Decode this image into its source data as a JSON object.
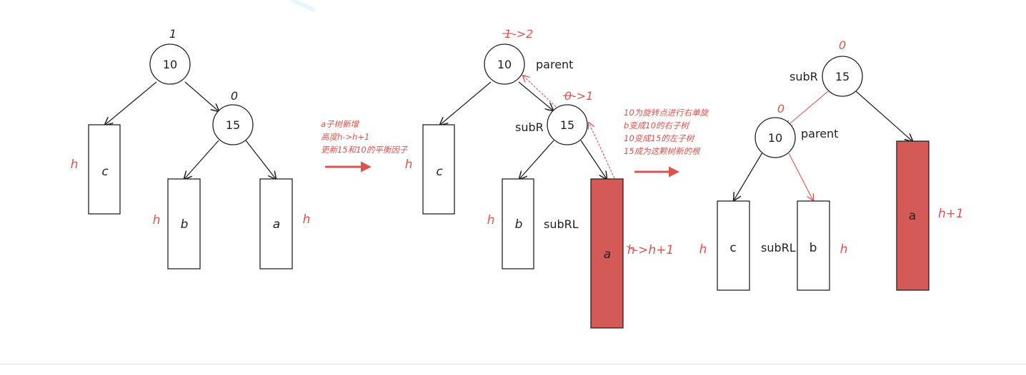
{
  "colors": {
    "accent_red": "#d9534f",
    "box_fill": "#d35a57",
    "line": "#222222"
  },
  "panel1": {
    "node_root": "10",
    "node_right": "15",
    "bf_root": "1",
    "bf_right": "0",
    "box_c": "c",
    "box_b": "b",
    "box_a": "a",
    "h_c": "h",
    "h_b": "h",
    "h_a": "h"
  },
  "note1": {
    "line1": "a子树新增",
    "line2": "高度h->h+1",
    "line3": "更新15和10的平衡因子"
  },
  "panel2": {
    "node_root": "10",
    "node_right": "15",
    "bf_root_old": "1",
    "bf_root_new": "->2",
    "bf_right_old": "0",
    "bf_right_new": "->1",
    "parent_label": "parent",
    "subR_label": "subR",
    "subRL_label": "subRL",
    "box_c": "c",
    "box_b": "b",
    "box_a": "a",
    "h_c": "h",
    "h_b": "h",
    "h_a_old": "h",
    "h_a_new": "->h+1"
  },
  "note2": {
    "line1": "10为旋转点进行右单旋",
    "line2": "b变成10的右子树",
    "line3": "10变成15的左子树",
    "line4": "15成为这颗树新的根"
  },
  "panel3": {
    "node_root": "15",
    "node_left": "10",
    "bf_root": "0",
    "bf_left": "0",
    "subR_label": "subR",
    "parent_label": "parent",
    "subRL_label": "subRL",
    "box_c": "c",
    "box_b": "b",
    "box_a": "a",
    "h_c": "h",
    "h_b": "h",
    "h_a": "h+1"
  }
}
